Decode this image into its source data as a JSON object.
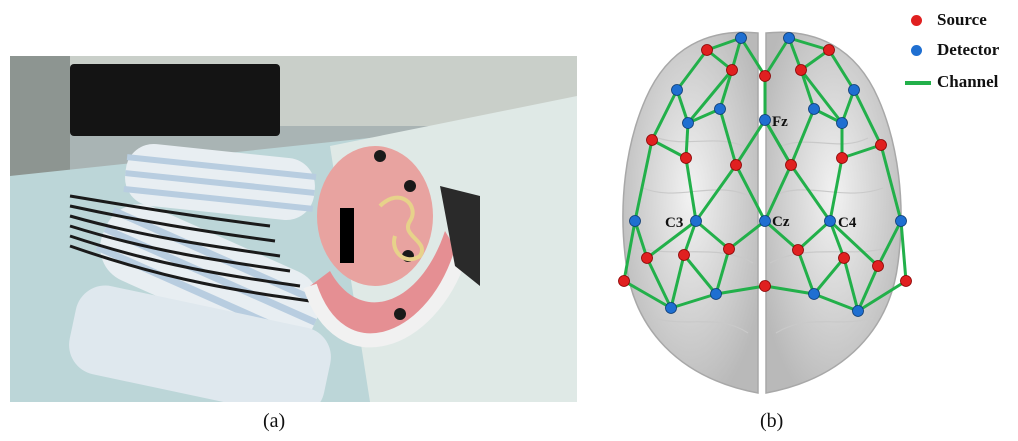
{
  "captions": {
    "a": "(a)",
    "b": "(b)"
  },
  "legend": {
    "items": [
      {
        "label": "Source",
        "color": "#e02020"
      },
      {
        "label": "Detector",
        "color": "#1f6fd1"
      },
      {
        "label": "Channel",
        "color": "#22b04a"
      }
    ]
  },
  "electrode_labels": {
    "fz": "Fz",
    "c3": "C3",
    "cz": "Cz",
    "c4": "C4"
  },
  "colors": {
    "source": "#e02020",
    "detector": "#1f6fd1",
    "channel": "#22b04a",
    "brain": "#dcdcdc"
  }
}
